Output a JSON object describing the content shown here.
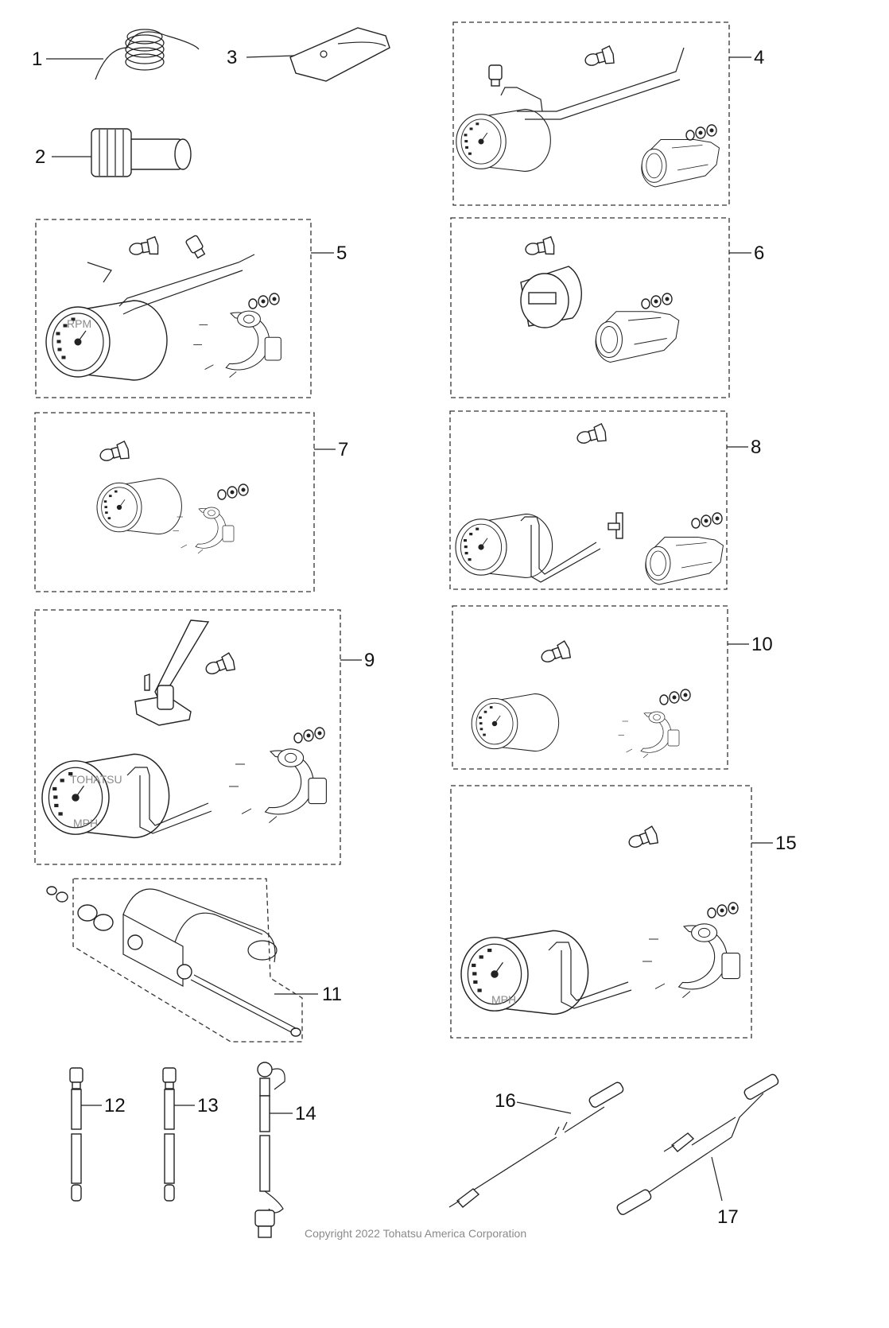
{
  "callouts": [
    "1",
    "2",
    "3",
    "4",
    "5",
    "6",
    "7",
    "8",
    "9",
    "10",
    "11",
    "12",
    "13",
    "14",
    "15",
    "16",
    "17"
  ],
  "gauge_labels": {
    "rpm": "RPM",
    "mph": "MPH",
    "brand": "TOHATSU"
  },
  "copyright": "Copyright 2022 Tohatsu America Corporation",
  "colors": {
    "line": "#222222",
    "copyright": "#8a8a8a",
    "background": "#ffffff"
  }
}
